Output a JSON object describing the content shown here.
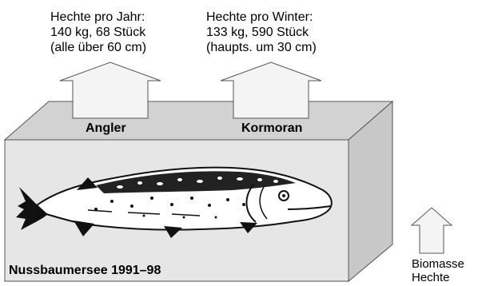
{
  "flows": [
    {
      "id": "angler",
      "caption_lines": [
        "Hechte pro Jahr:",
        "140 kg, 68 Stück",
        "(alle über 60 cm)"
      ],
      "label": "Angler"
    },
    {
      "id": "cormorant",
      "caption_lines": [
        "Hechte pro Winter:",
        "133 kg, 590 Stück",
        "(haupts. um 30 cm)"
      ],
      "label": "Kormoran"
    }
  ],
  "lake": {
    "title": "Nussbaumersee 1991–98"
  },
  "legend": {
    "lines": [
      "Biomasse",
      "Hechte"
    ]
  },
  "colors": {
    "box_front": "#e6e6e6",
    "box_top": "#d2d2d2",
    "box_side": "#c8c8c8",
    "arrow_fill": "#f4f4f4",
    "stroke": "#555555",
    "fish": "#111111"
  },
  "icons": {
    "fish": "pike-fish-icon",
    "arrow": "up-arrow-icon"
  }
}
